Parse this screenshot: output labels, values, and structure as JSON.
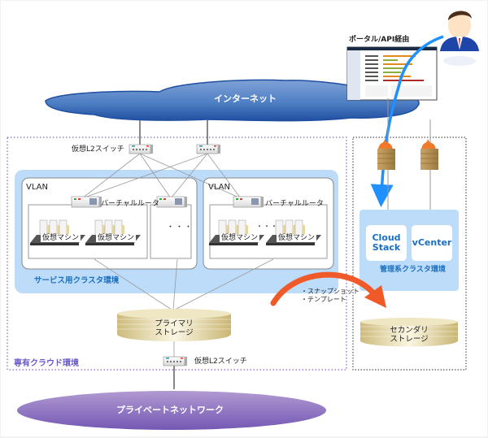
{
  "portal": {
    "label": "ポータル/API経由"
  },
  "internet": {
    "label": "インターネット"
  },
  "dedicated_cloud": {
    "label": "専有クラウド環境"
  },
  "switch_top": {
    "label": "仮想L2スイッチ"
  },
  "switch_bottom": {
    "label": "仮想L2スイッチ"
  },
  "service_cluster": {
    "label": "サービス用クラスタ環境",
    "vlans": [
      {
        "label": "VLAN",
        "router_label": "バーチャルルータ",
        "vm_labels": [
          "仮想マシン",
          "仮想マシン"
        ],
        "ellipsis": "・・・"
      },
      {
        "label": "VLAN",
        "router_label": "バーチャルルータ",
        "vm_labels": [
          "仮想マシン",
          "仮想マシン"
        ],
        "ellipsis": "・・・"
      }
    ]
  },
  "primary_storage": {
    "line1": "プライマリ",
    "line2": "ストレージ"
  },
  "secondary_storage": {
    "line1": "セカンダリ",
    "line2": "ストレージ"
  },
  "copy_arrow": {
    "items": [
      "・スナップショット",
      "・テンプレート"
    ]
  },
  "mgmt_cluster": {
    "label": "管理系クラスタ環境",
    "cards": [
      {
        "line1": "Cloud",
        "line2": "Stack"
      },
      {
        "line1": "vCenter",
        "line2": ""
      }
    ]
  },
  "private_network": {
    "label": "プライベートネットワーク"
  },
  "colors": {
    "internet_cloud": "#2f63b0",
    "private_network": "#8a72c0",
    "service_cluster_bg": "#bcdcfa",
    "accent_blue_text": "#1a6fc0",
    "dedicated_border": "#9b7fd0",
    "api_arrow": "#1e90ff",
    "copy_arrow": "#f05a28",
    "storage_gold": "#d2c28a"
  }
}
